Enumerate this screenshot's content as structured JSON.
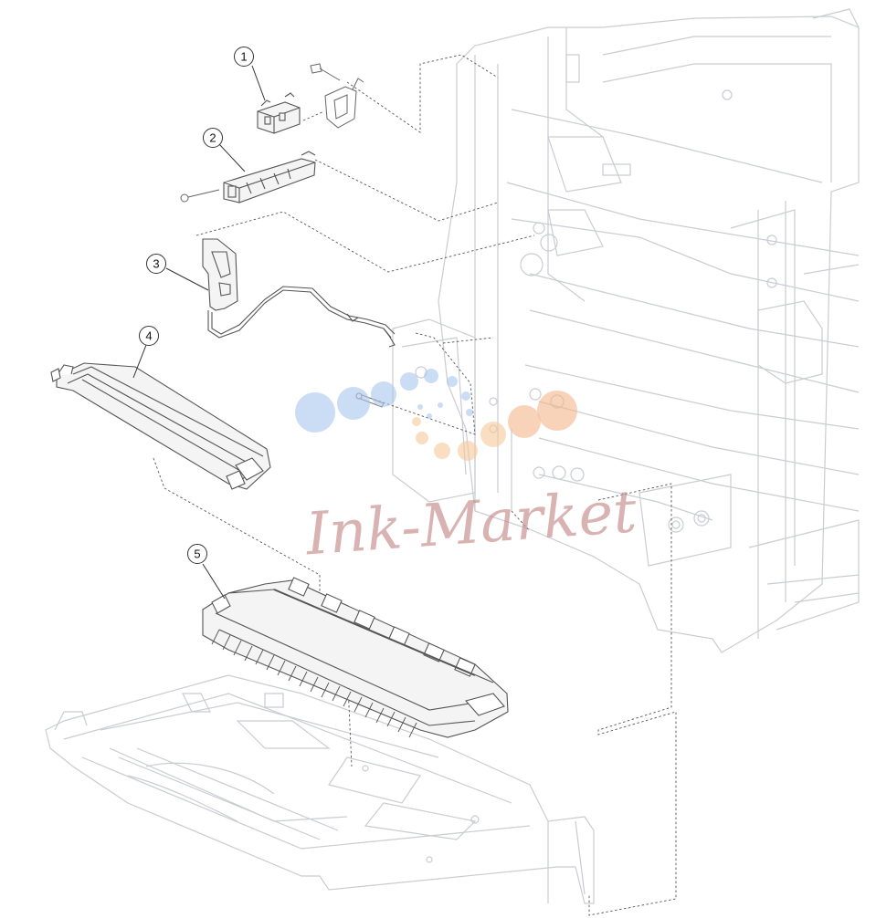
{
  "callouts": [
    {
      "id": "1",
      "label": "1"
    },
    {
      "id": "2",
      "label": "2"
    },
    {
      "id": "3",
      "label": "3"
    },
    {
      "id": "4",
      "label": "4"
    },
    {
      "id": "5",
      "label": "5"
    }
  ],
  "watermark": {
    "text": "Ink-Market",
    "text_color": "#c9908f",
    "dot_colors": [
      "#a9c4ef",
      "#f7c99a",
      "#f3b78a"
    ]
  },
  "colors": {
    "line": "#555555",
    "faint": "#c9ccd2",
    "part_fill": "#f4f4f4"
  }
}
